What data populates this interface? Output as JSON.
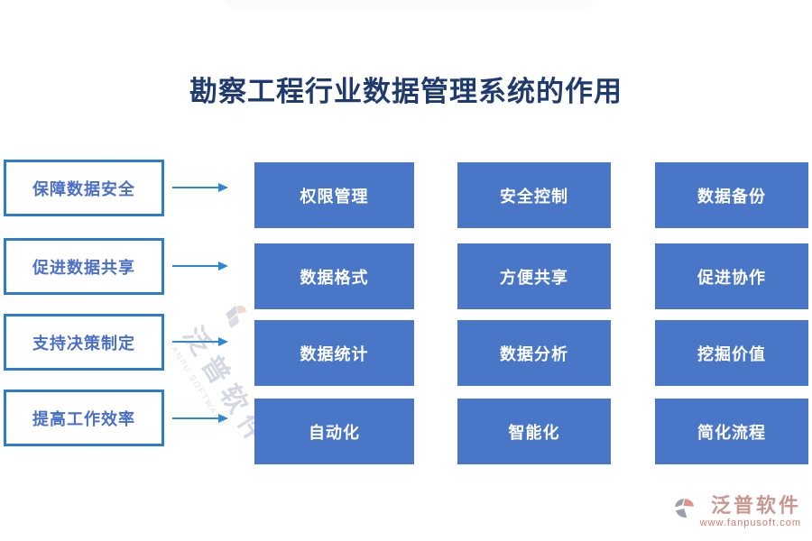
{
  "title": "勘察工程行业数据管理系统的作用",
  "colors": {
    "title_text": "#1e3a6e",
    "label_border": "#2e7bc9",
    "label_text": "#4a6fc9",
    "arrow": "#2e86d6",
    "box_fill": "#4a76c8",
    "box_text": "#ffffff",
    "logo_text": "#c9978f",
    "logo_url": "#e2766a"
  },
  "categories": [
    {
      "label": "保障数据安全",
      "items": [
        "权限管理",
        "安全控制",
        "数据备份"
      ]
    },
    {
      "label": "促进数据共享",
      "items": [
        "数据格式",
        "方便共享",
        "促进协作"
      ]
    },
    {
      "label": "支持决策制定",
      "items": [
        "数据统计",
        "数据分析",
        "挖掘价值"
      ]
    },
    {
      "label": "提高工作效率",
      "items": [
        "自动化",
        "智能化",
        "简化流程"
      ]
    }
  ],
  "watermark": {
    "text": "泛普软件",
    "subtext": "FANPU SOFTWARE"
  },
  "footer_logo": {
    "name": "泛普软件",
    "url": "www.fanpusoft.com"
  }
}
